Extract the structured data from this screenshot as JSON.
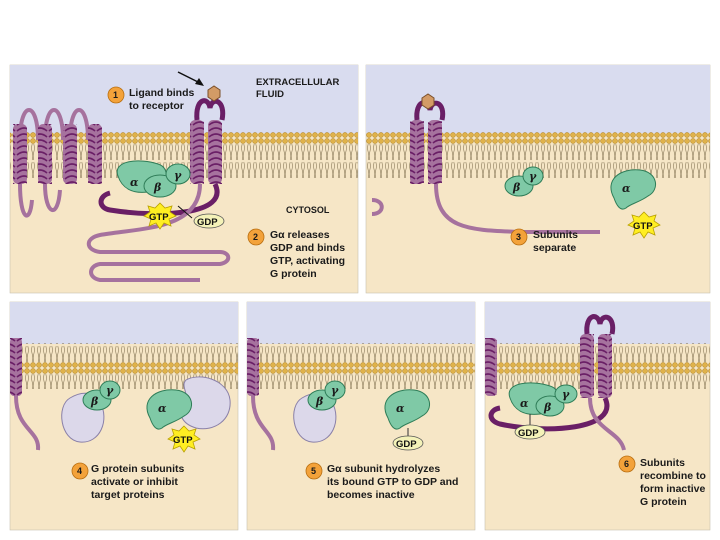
{
  "regions": {
    "extracellular_line1": "EXTRACELLULAR",
    "extracellular_line2": "FLUID",
    "cytosol": "CYTOSOL"
  },
  "subunits": {
    "alpha": "α",
    "beta": "β",
    "gamma": "γ"
  },
  "nucleotides": {
    "gtp": "GTP",
    "gdp": "GDP"
  },
  "steps": [
    {
      "number": "1",
      "lines": [
        "Ligand binds",
        "to receptor"
      ]
    },
    {
      "number": "2",
      "lines": [
        "Gα releases",
        "GDP and binds",
        "GTP, activating",
        "G protein"
      ]
    },
    {
      "number": "3",
      "lines": [
        "Subunits",
        "separate"
      ]
    },
    {
      "number": "4",
      "lines": [
        "G protein subunits",
        "activate or inhibit",
        "target proteins"
      ]
    },
    {
      "number": "5",
      "lines": [
        "Gα subunit hydrolyzes",
        "its bound GTP to GDP and",
        "becomes inactive"
      ]
    },
    {
      "number": "6",
      "lines": [
        "Subunits",
        "recombine to",
        "form inactive",
        "G protein"
      ]
    }
  ],
  "colors": {
    "extracellular": "#d9dcef",
    "cytosol": "#f6e6c6",
    "lipid_head": "#e0b24a",
    "receptor": "#a6729e",
    "receptor_dark": "#6a1f66",
    "g_protein": "#7fc9a6",
    "target_protein": "#dcd8ea",
    "gtp_star": "#ffee22",
    "gdp_oval": "#f4f2b8",
    "step_badge": "#f3a23a"
  }
}
